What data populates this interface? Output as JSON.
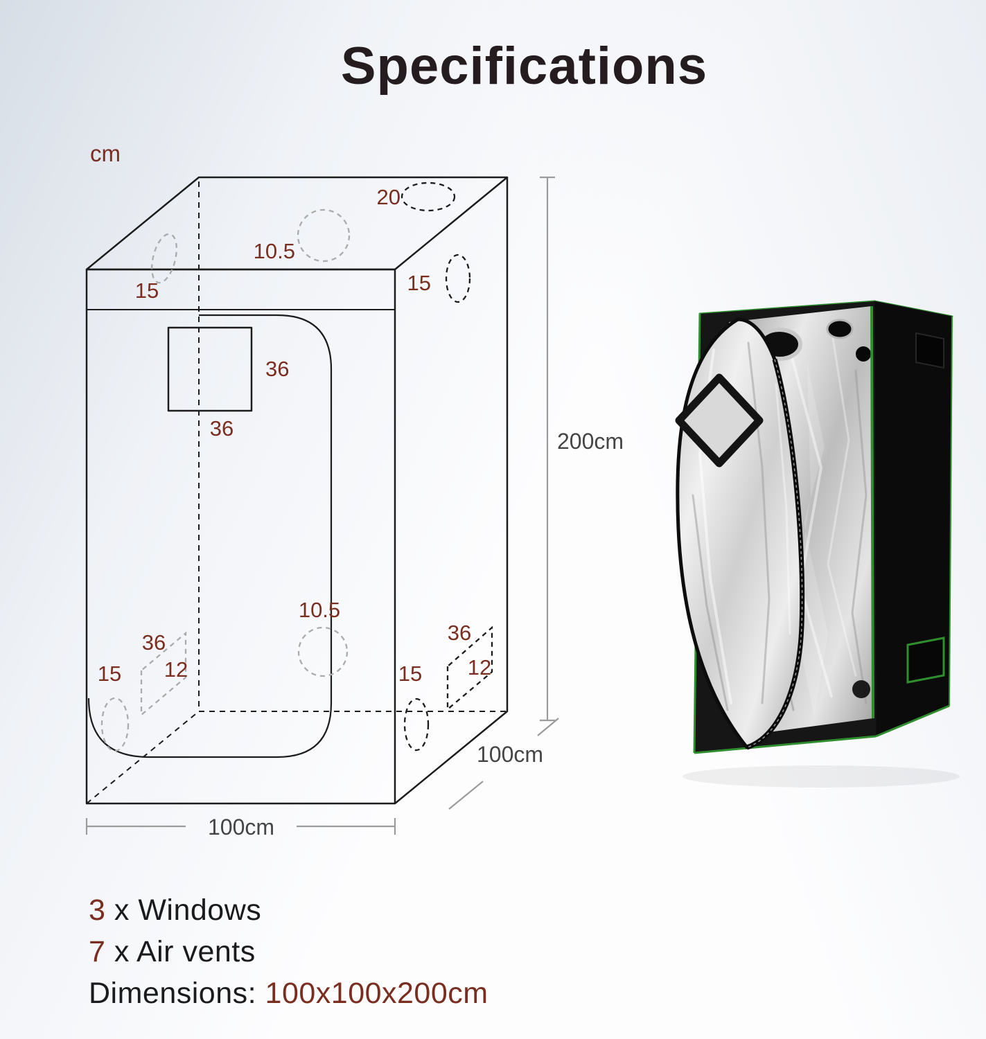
{
  "page": {
    "title": "Specifications"
  },
  "diagram": {
    "unit": "cm",
    "vent_top_oval": "20",
    "vent_top_circle": "10.5",
    "vent_top_left": "15",
    "vent_right": "15",
    "window_width": "36",
    "window_height": "36",
    "vent_front_circle": "10.5",
    "rect_left_w": "36",
    "rect_left_h": "12",
    "vent_bottom_left": "15",
    "vent_bottom_mid": "15",
    "rect_right_w": "36",
    "rect_right_h": "12",
    "dim_height": "200cm",
    "dim_depth": "100cm",
    "dim_width": "100cm"
  },
  "specs": {
    "line1_count": "3",
    "line1_text": " x Windows",
    "line2_count": "7",
    "line2_text": " x Air vents",
    "line3_label": "Dimensions: ",
    "line3_value": "100x100x200cm"
  },
  "colors": {
    "accent_maroon": "#7a2e20",
    "title_dark": "#241c1e",
    "dimension_gray": "#454545",
    "tent_trim_green": "#2f8f2f"
  }
}
